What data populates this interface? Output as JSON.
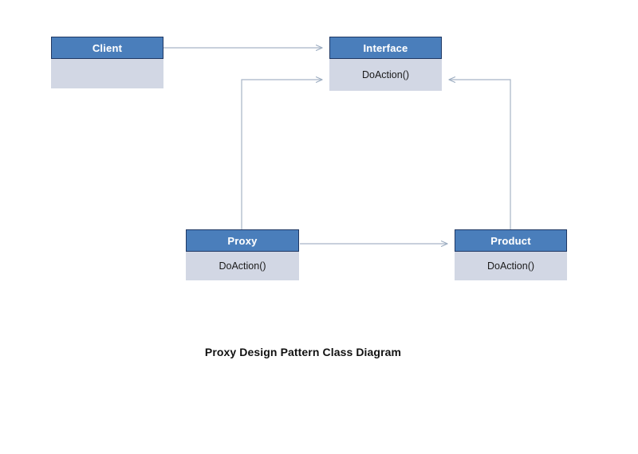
{
  "diagram": {
    "caption": "Proxy Design Pattern Class Diagram",
    "background_color": "#ffffff",
    "header_color": "#4a7ebb",
    "header_border_color": "#1f3864",
    "body_color": "#d2d7e4",
    "connector_color": "#a6b5c6",
    "header_text_color": "#ffffff",
    "body_text_color": "#1a1a1a",
    "classes": [
      {
        "id": "client",
        "name": "Client",
        "members": [
          ""
        ]
      },
      {
        "id": "interface",
        "name": "Interface",
        "members": [
          "DoAction()"
        ]
      },
      {
        "id": "proxy",
        "name": "Proxy",
        "members": [
          "DoAction()"
        ]
      },
      {
        "id": "product",
        "name": "Product",
        "members": [
          "DoAction()"
        ]
      }
    ],
    "connectors": [
      {
        "id": "client-to-interface",
        "from": "Client",
        "to": "Interface",
        "arrow": "end",
        "style": "straight-horizontal"
      },
      {
        "id": "proxy-to-interface",
        "from": "Proxy",
        "to": "Interface",
        "arrow": "end",
        "style": "elbow-up-right"
      },
      {
        "id": "product-to-interface",
        "from": "Product",
        "to": "Interface",
        "arrow": "end",
        "style": "elbow-up-left"
      },
      {
        "id": "proxy-to-product",
        "from": "Proxy",
        "to": "Product",
        "arrow": "end",
        "style": "straight-horizontal"
      }
    ]
  }
}
